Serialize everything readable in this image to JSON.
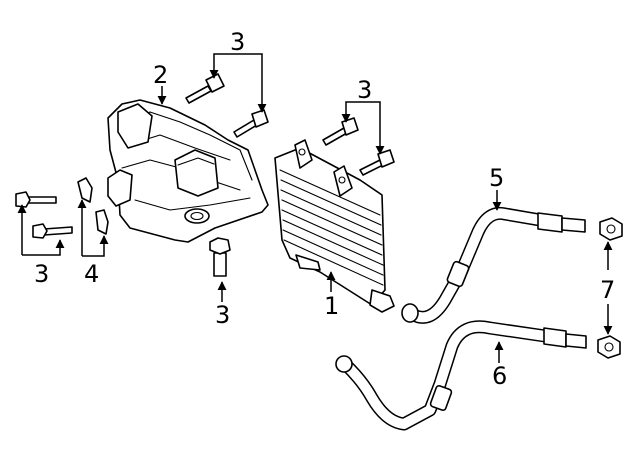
{
  "callouts": {
    "c1": "1",
    "c2": "2",
    "c3a": "3",
    "c3b": "3",
    "c3c": "3",
    "c3d": "3",
    "c4": "4",
    "c5": "5",
    "c6": "6",
    "c7": "7"
  }
}
